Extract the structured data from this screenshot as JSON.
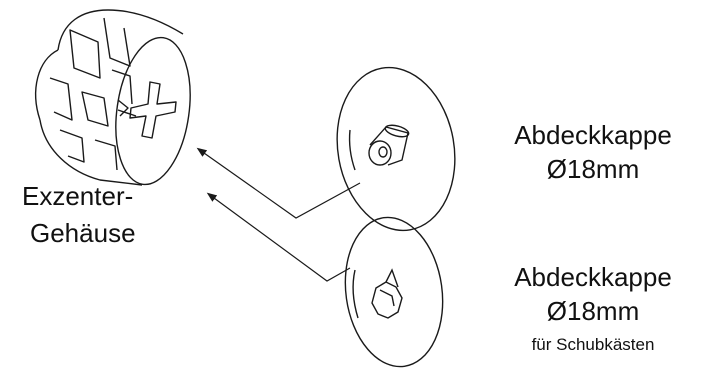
{
  "labels": {
    "housing_line1": "Exzenter-",
    "housing_line2": "Gehäuse",
    "cap1_line1": "Abdeckkappe",
    "cap1_line2": "Ø18mm",
    "cap2_line1": "Abdeckkappe",
    "cap2_line2": "Ø18mm",
    "cap2_line3": "für Schubkästen"
  },
  "colors": {
    "line": "#1a1a1a",
    "background": "#ffffff"
  }
}
